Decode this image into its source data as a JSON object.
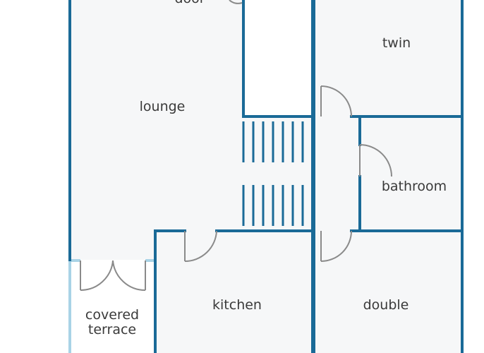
{
  "rooms": {
    "door_label": "door",
    "lounge": "lounge",
    "twin": "twin",
    "bathroom": "bathroom",
    "kitchen": "kitchen",
    "double": "double",
    "covered_terrace_line1": "covered",
    "covered_terrace_line2": "terrace"
  },
  "colors": {
    "wall": "#1a6a97",
    "floor": "#f6f7f8",
    "terrace_wall": "#a9d3e6",
    "door": "#8a8a8a",
    "text": "#3a3a3a"
  }
}
